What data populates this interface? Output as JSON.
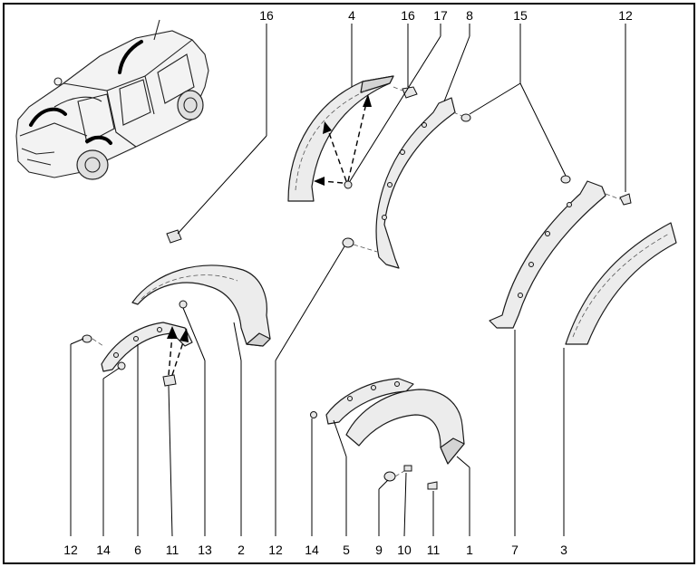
{
  "top_labels": [
    "16",
    "4",
    "16",
    "17",
    "8",
    "15",
    "12"
  ],
  "bottom_labels": [
    "12",
    "14",
    "6",
    "11",
    "13",
    "2",
    "12",
    "14",
    "5",
    "9",
    "10",
    "11",
    "1",
    "7",
    "3"
  ]
}
